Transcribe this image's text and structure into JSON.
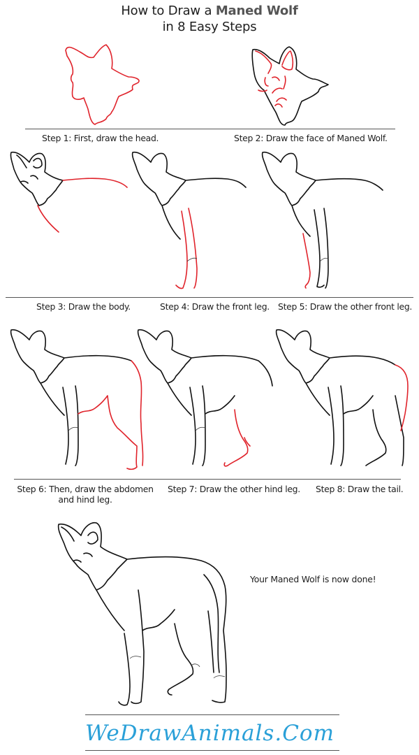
{
  "header": {
    "title_prefix": "How to Draw a ",
    "title_subject": "Maned Wolf",
    "title_line2": "in 8 Easy Steps"
  },
  "steps": [
    {
      "number": 1,
      "caption": "Step 1: First, draw the head."
    },
    {
      "number": 2,
      "caption": "Step 2: Draw the face  of Maned Wolf."
    },
    {
      "number": 3,
      "caption": "Step 3: Draw the body."
    },
    {
      "number": 4,
      "caption": "Step 4: Draw the front leg."
    },
    {
      "number": 5,
      "caption": "Step 5: Draw the other front leg."
    },
    {
      "number": 6,
      "caption": "Step 6: Then, draw the abdomen and hind leg."
    },
    {
      "number": 7,
      "caption": "Step 7: Draw the other hind leg."
    },
    {
      "number": 8,
      "caption": "Step 8: Draw the tail."
    }
  ],
  "final": {
    "message": "Your Maned Wolf is now done!"
  },
  "footer": {
    "logo_text": "WeDrawAnimals.Com"
  },
  "colors": {
    "new_stroke": "#e0232b",
    "existing_stroke": "#111111",
    "logo": "#2aa0d8",
    "rule": "#555555"
  }
}
